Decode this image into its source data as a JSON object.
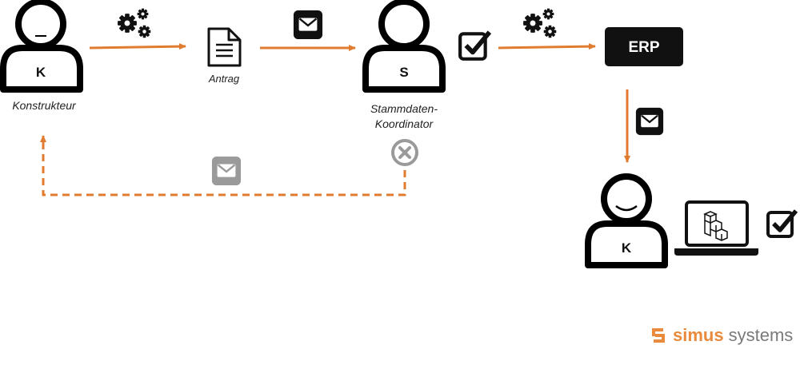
{
  "nodes": {
    "konstrukteur": {
      "letter": "K",
      "label": "Konstrukteur"
    },
    "antrag": {
      "label": "Antrag"
    },
    "koordinator": {
      "letter": "S",
      "label_line1": "Stammdaten-",
      "label_line2": "Koordinator"
    },
    "erp": {
      "label": "ERP"
    },
    "konstrukteur2": {
      "letter": "K"
    }
  },
  "icons": [
    "gears-icon",
    "document-icon",
    "mail-icon",
    "checkbox-icon",
    "reject-icon",
    "laptop-icon"
  ],
  "colors": {
    "flow_arrow": "#e07b2f",
    "reject_arrow": "#e07b2f",
    "erp_box": "#111111",
    "muted_icon": "#9a9a9a"
  },
  "logo": {
    "part1": "simus",
    "part2": "systems"
  }
}
